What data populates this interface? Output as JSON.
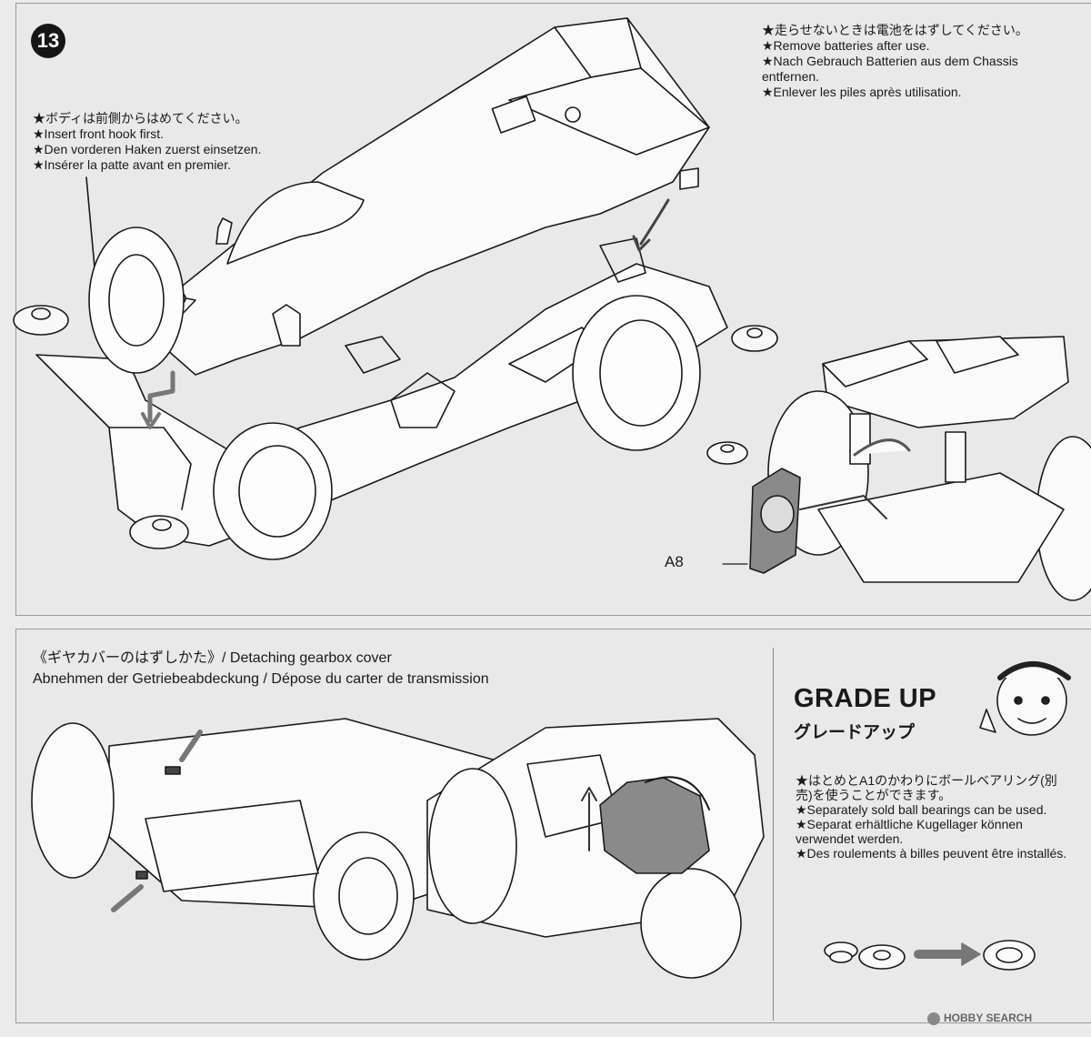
{
  "step": {
    "number": "13"
  },
  "notes_front_hook": [
    "★ボディは前側からはめてください。",
    "★Insert front hook first.",
    "★Den vorderen Haken zuerst einsetzen.",
    "★Insérer la patte avant en premier."
  ],
  "notes_batteries": [
    "★走らせないときは電池をはずしてください。",
    "★Remove batteries after use.",
    "★Nach Gebrauch Batterien aus dem Chassis",
    "entfernen.",
    "★Enlever les piles après utilisation."
  ],
  "part_label": "A8",
  "gearbox_section": {
    "title_jp": "《ギヤカバーのはずしかた》/ Detaching gearbox cover",
    "title_eu": "Abnehmen der Getriebeabdeckung / Dépose du carter de transmission"
  },
  "grade_up": {
    "title": "GRADE UP",
    "title_jp": "グレードアップ",
    "notes": [
      "★はとめとA1のかわりにボールベアリング(別売)を使うことができます。",
      "★Separately sold ball bearings can be used.",
      "★Separat erhältliche Kugellager können verwendet werden.",
      "★Des roulements à billes peuvent être installés."
    ]
  },
  "watermark": {
    "text": "HOBBY SEARCH"
  },
  "colors": {
    "background": "#ebebeb",
    "line": "#1a1a1a",
    "part_gray": "#8a8a8a",
    "arrow_gray": "#7a7a7a"
  }
}
